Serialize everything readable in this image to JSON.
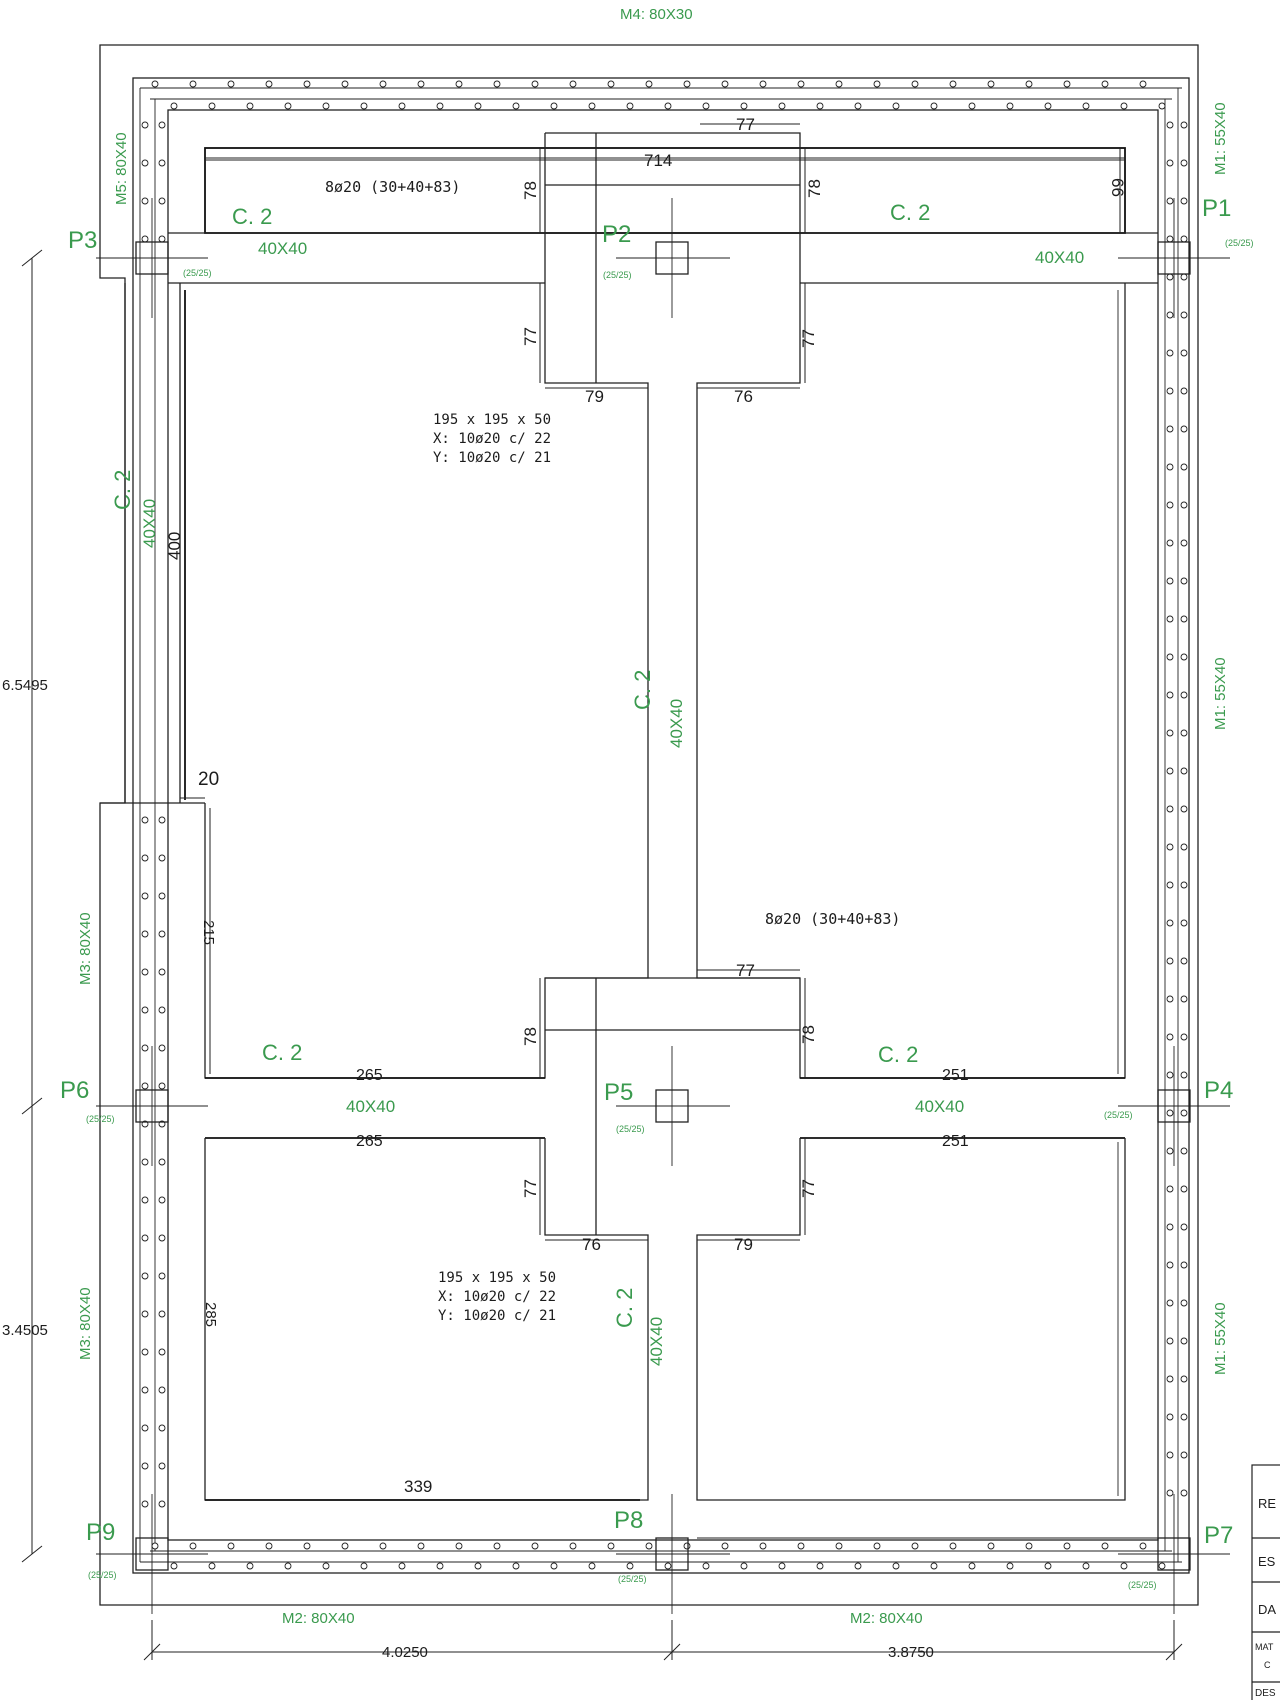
{
  "colors": {
    "annotation_green": "#3a9a4e",
    "linework": "#222222",
    "background": "#ffffff"
  },
  "walls": {
    "top": "M4: 80X30",
    "right_1": "M1: 55X40",
    "right_2": "M1: 55X40",
    "right_3": "M1: 55X40",
    "left_m5": "M5: 80X40",
    "left_m3a": "M3: 80X40",
    "left_m3b": "M3: 80X40",
    "bottom_1": "M2: 80X40",
    "bottom_2": "M2: 80X40"
  },
  "pillars": {
    "p1": "P1",
    "p2": "P2",
    "p3": "P3",
    "p4": "P4",
    "p5": "P5",
    "p6": "P6",
    "p7": "P7",
    "p8": "P8",
    "p9": "P9",
    "section": "(25/25)"
  },
  "beams": {
    "c2_top_left": "C. 2",
    "c2_top_right": "C. 2",
    "c2_left": "C. 2",
    "c2_center": "C. 2",
    "c2_mid_left": "C. 2",
    "c2_mid_right": "C. 2",
    "c2_bottom_center": "C. 2",
    "size_top_left": "40X40",
    "size_top_right": "40X40",
    "size_left": "40X40",
    "size_center": "40X40",
    "size_mid_left": "40X40",
    "size_mid_right": "40X40",
    "size_bottom_center": "40X40"
  },
  "rebar_notes": {
    "top": "8ø20 (30+40+83)",
    "middle": "8ø20 (30+40+83)"
  },
  "footings": {
    "upper": {
      "size": "195 x 195 x 50",
      "x": "X: 10ø20 c/ 22",
      "y": "Y: 10ø20 c/ 21"
    },
    "lower": {
      "size": "195 x 195 x 50",
      "x": "X: 10ø20 c/ 22",
      "y": "Y: 10ø20 c/ 21"
    }
  },
  "dimensions": {
    "d714": "714",
    "d77_top": "77",
    "d78_left": "78",
    "d78_right": "78",
    "d66": "66",
    "d77_vl": "77",
    "d77_vr": "77",
    "d79_top": "79",
    "d76_top": "76",
    "d400": "400",
    "d20": "20",
    "d215": "215",
    "d77_mid": "77",
    "d78_mid_l": "78",
    "d78_mid_r": "78",
    "d265_top": "265",
    "d251_top": "251",
    "d265_bot": "265",
    "d251_bot": "251",
    "d77_low_l": "77",
    "d77_low_r": "77",
    "d76_low": "76",
    "d79_low": "79",
    "d285": "285",
    "d339": "339",
    "left_upper": "6.5495",
    "left_lower": "3.4505",
    "bottom_left": "4.0250",
    "bottom_right": "3.8750"
  },
  "title_block": {
    "row1": "RE",
    "row2": "ES",
    "row3": "DA",
    "row4": "MAT",
    "row4b": "C",
    "row5": "DES"
  }
}
